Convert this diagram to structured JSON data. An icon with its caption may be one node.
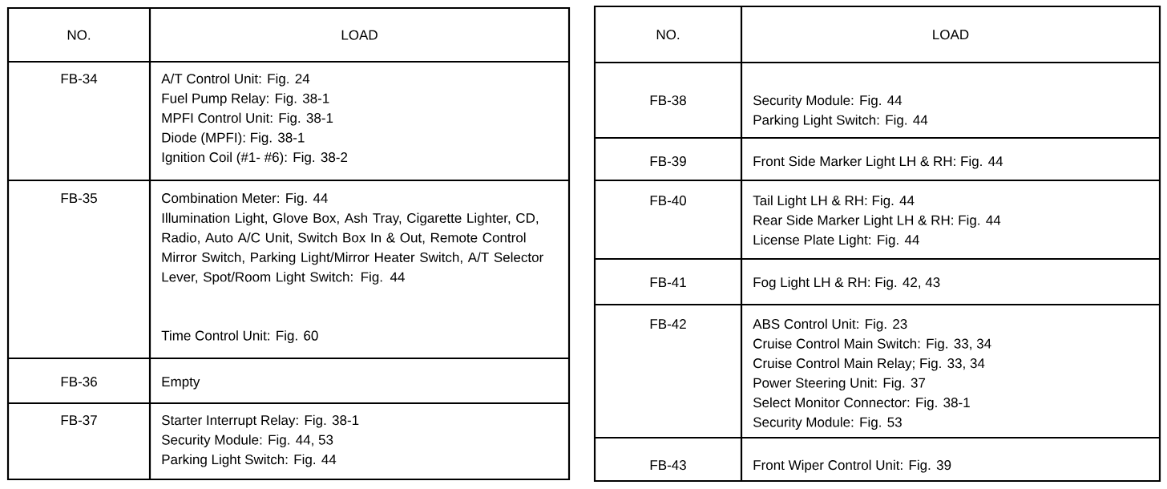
{
  "diagram": {
    "labels": [
      "NO.",
      "LOAD",
      "FB-34",
      "A/T Control Unit: Fig. 24",
      "Fuel Pump Relay: Fig. 38-1",
      "MPFI Control Unit: Fig. 38-1",
      "Diode (MPFI): Fig. 38-1",
      "Ignition Coil (#1- #6): Fig. 38-2",
      "FB-35",
      "Combination Meter: Fig. 44",
      "Illumination Light, Glove Box, Ash Tray, Cigarette Lighter, CD, Radio, Auto A/C Unit, Switch Box In & Out, Remote Control Mirror Switch, Parking Light/Mirror Heater Switch, A/T Selector Lever, Spot/Room Light Switch: Fig. 44",
      "Time Control Unit: Fig. 60",
      "FB-36",
      "Empty",
      "FB-37",
      "Starter Interrupt Relay: Fig. 38-1",
      "Security Module: Fig. 44, 53",
      "Parking Light Switch: Fig. 44",
      "NO.",
      "LOAD",
      "FB-38",
      "Security Module: Fig. 44",
      "Parking Light Switch: Fig. 44",
      "FB-39",
      "Front Side Marker Light LH & RH: Fig. 44",
      "FB-40",
      "Tail Light LH & RH: Fig. 44",
      "Rear Side Marker Light LH & RH: Fig. 44",
      "License Plate Light: Fig. 44",
      "FB-41",
      "Fog Light LH & RH: Fig. 42, 43",
      "FB-42",
      "ABS Control Unit: Fig. 23",
      "Cruise Control Main Switch: Fig. 33, 34",
      "Cruise Control Main Relay; Fig. 33, 34",
      "Power Steering Unit: Fig. 37",
      "Select Monitor Connector: Fig. 38-1",
      "Security Module: Fig. 53",
      "FB-43",
      "Front Wiper Control Unit: Fig. 39"
    ]
  }
}
